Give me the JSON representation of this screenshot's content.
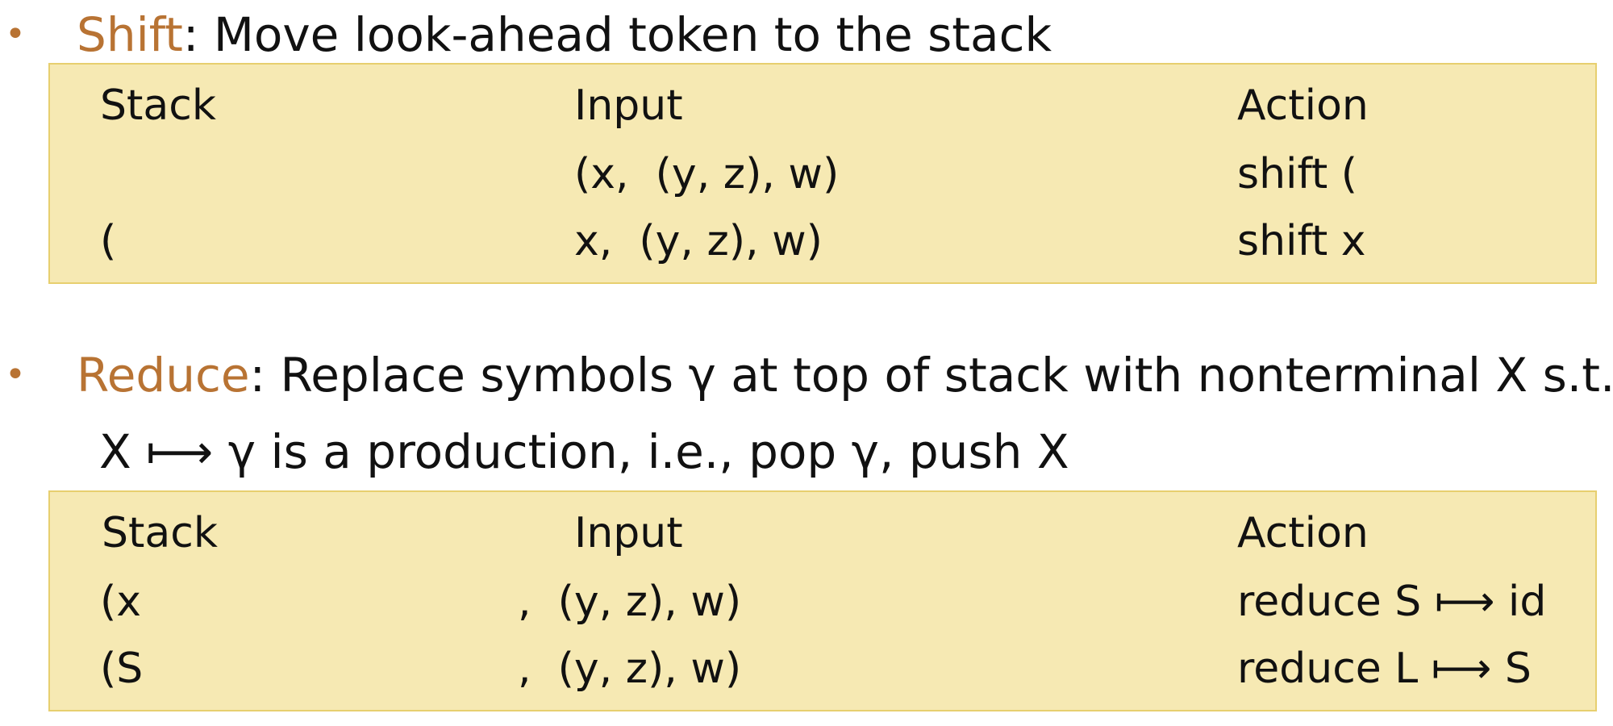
{
  "shift": {
    "keyword": "Shift",
    "description": ": Move look-ahead token to the stack",
    "table": {
      "headers": {
        "stack": "Stack",
        "input": "Input",
        "action": "Action"
      },
      "rows": [
        {
          "stack": "",
          "input": "(x,  (y, z), w)",
          "action": "shift ("
        },
        {
          "stack": "(",
          "input": "x,  (y, z), w)",
          "action": "shift x"
        }
      ]
    }
  },
  "reduce": {
    "keyword": "Reduce",
    "description": ": Replace symbols γ at top of stack with nonterminal X s.t.",
    "continuation": "X ⟼ γ is a production, i.e., pop γ, push X",
    "table": {
      "headers": {
        "stack": "Stack",
        "input": "Input",
        "action": "Action"
      },
      "rows": [
        {
          "stack": "(x",
          "input": ",  (y, z), w)",
          "action": "reduce S ⟼ id"
        },
        {
          "stack": "(S",
          "input": ",  (y, z), w)",
          "action": "reduce L ⟼ S"
        }
      ]
    }
  },
  "colors": {
    "keyword": "#b87333",
    "table_background": "#f6e9b3",
    "table_border": "#e7cf6f"
  }
}
